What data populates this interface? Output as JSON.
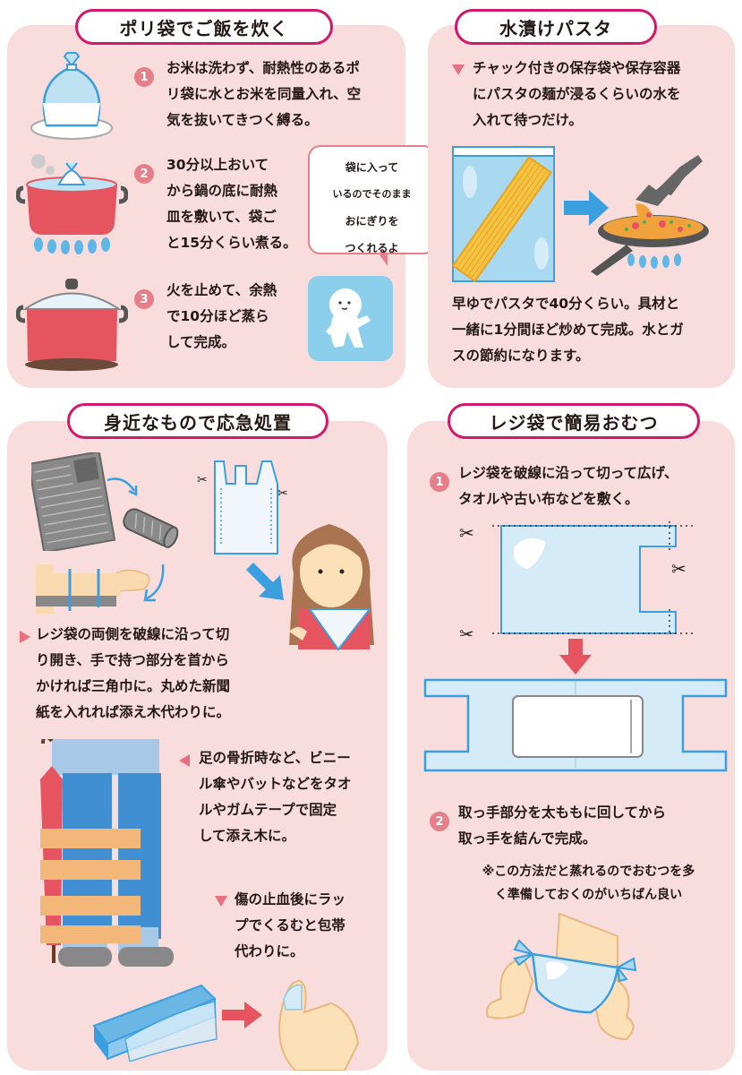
{
  "colors": {
    "panel_bg": "#f9dcdc",
    "title_border": "#d3176b",
    "number_badge": "#e57f8a",
    "bullet_triangle": "#e8707f",
    "pot_red": "#e5545f",
    "arrow_blue": "#3b9ede",
    "arrow_red": "#e5545f"
  },
  "sections": {
    "rice": {
      "title": "ポリ袋でご飯を炊く",
      "title_ruby": [
        "ふくろ",
        "はん",
        "た"
      ],
      "steps": [
        {
          "number": "1",
          "lines": [
            "お米は洗わず、耐熱性のあるポ",
            "リ袋に水とお米を同量入れ、空",
            "気を抜いてきつく縛る。"
          ]
        },
        {
          "number": "2",
          "lines": [
            "30分以上おいて",
            "から鍋の底に耐熱",
            "皿を敷いて、袋ご",
            "と15分くらい煮る。"
          ]
        },
        {
          "number": "3",
          "lines": [
            "火を止めて、余熱",
            "で10分ほど蒸ら",
            "して完成。"
          ]
        }
      ],
      "speech_bubble": [
        "袋に入って",
        "いるのでそのまま",
        "おにぎりを",
        "つくれるよ"
      ],
      "illustrations": [
        "rice-bag-on-plate",
        "pot-boiling-on-stove",
        "pot-with-lid",
        "mascot-character"
      ]
    },
    "pasta": {
      "title": "水漬けパスタ",
      "title_ruby": [
        "みず",
        "づ"
      ],
      "bullet": [
        "チャック付きの保存袋や保存容器",
        "にパスタの麺が浸るくらいの水を",
        "入れて待つだけ。"
      ],
      "body": [
        "早ゆでパスタで40分くらい。具材と",
        "一緒に1分間ほど炒めて完成。水とガ",
        "スの節約になります。"
      ],
      "illustrations": [
        "pasta-in-zip-bag",
        "arrow-right",
        "frying-pan-on-stove"
      ]
    },
    "first_aid": {
      "title": "身近なもので応急処置",
      "title_ruby": [
        "み",
        "ぢか",
        "おうきゅうしょ",
        "ち"
      ],
      "bullet_1": [
        "レジ袋の両側を破線に沿って切",
        "り開き、手で持つ部分を首から",
        "かければ三角巾に。丸めた新聞",
        "紙を入れれば添え木代わりに。"
      ],
      "bullet_2": [
        "足の骨折時など、ビニー",
        "ル傘やバットなどをタオ",
        "ルやガムテープで固定",
        "して添え木に。"
      ],
      "bullet_3": [
        "傷の止血後にラッ",
        "プでくるむと包帯",
        "代わりに。"
      ],
      "illustrations": [
        "newspaper",
        "rolled-newspaper",
        "splinted-arm",
        "plastic-bag-cut",
        "woman-with-sling",
        "leg-with-umbrella-splint",
        "plastic-wrap-box",
        "wrapped-finger"
      ]
    },
    "diaper": {
      "title": "レジ袋で簡易おむつ",
      "title_ruby": [
        "ぶくろ",
        "かん",
        "い"
      ],
      "steps": [
        {
          "number": "1",
          "lines": [
            "レジ袋を破線に沿って切って広げ、",
            "タオルや古い布などを敷く。"
          ]
        },
        {
          "number": "2",
          "lines": [
            "取っ手部分を太ももに回してから",
            "取っ手を結んで完成。"
          ]
        }
      ],
      "note": [
        "※この方法だと蒸れるのでおむつを多",
        "く準備しておくのがいちばん良い"
      ],
      "illustrations": [
        "bag-cut-pattern",
        "arrow-down",
        "opened-bag-with-towel",
        "baby-in-diaper"
      ]
    }
  }
}
